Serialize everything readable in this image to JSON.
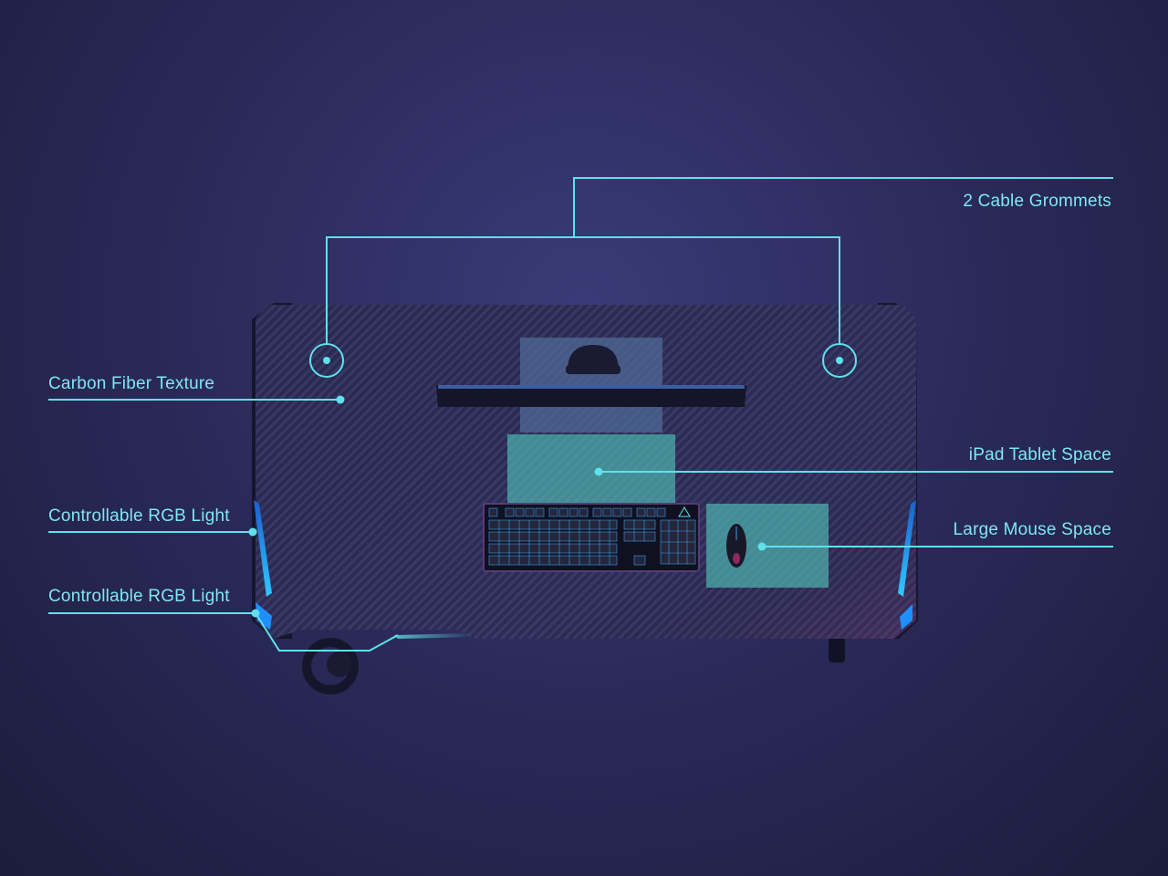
{
  "annotations": {
    "cable_grommets": "2 Cable Grommets",
    "carbon_fiber": "Carbon Fiber Texture",
    "ipad_space": "iPad Tablet Space",
    "rgb_light_1": "Controllable RGB Light",
    "mouse_space": "Large Mouse Space",
    "rgb_light_2": "Controllable RGB Light"
  },
  "colors": {
    "callout_line": "#5fe0ea",
    "label_text": "#7fe6f0",
    "rgb_glow": "#1ea0ff",
    "zone_fill": "#4fb5b0"
  }
}
